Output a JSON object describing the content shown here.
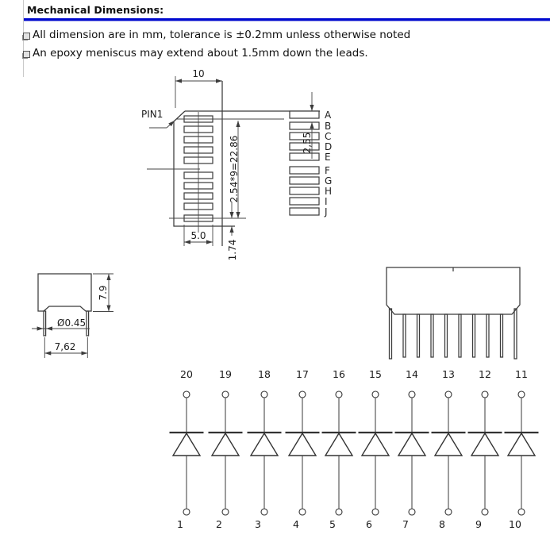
{
  "header": {
    "title": "Mechanical Dimensions:",
    "underline_color": "#0009cf",
    "note_icon": "mini-cube-icon",
    "notes": [
      "All dimension are in mm, tolerance is ±0.2mm unless otherwise noted",
      "An epoxy meniscus may extend about 1.5mm down the leads."
    ]
  },
  "plan_view": {
    "pin1_label": "PIN1",
    "dims": {
      "body_width": "10",
      "window_width": "5.0",
      "segment_pitch_total": "2.54*9=22.86",
      "last_segment_to_edge": "1.74",
      "segment_pitch": "2,55"
    },
    "segment_labels": [
      "A",
      "B",
      "C",
      "D",
      "E",
      "F",
      "G",
      "H",
      "I",
      "J"
    ]
  },
  "side_view": {
    "dims": {
      "body_height": "7.9",
      "lead_diameter": "Ø0.45",
      "lead_row_spacing": "7,62"
    }
  },
  "schematic": {
    "top_pins": [
      "20",
      "19",
      "18",
      "17",
      "16",
      "15",
      "14",
      "13",
      "12",
      "11"
    ],
    "bottom_pins": [
      "1",
      "2",
      "3",
      "4",
      "5",
      "6",
      "7",
      "8",
      "9",
      "10"
    ]
  }
}
